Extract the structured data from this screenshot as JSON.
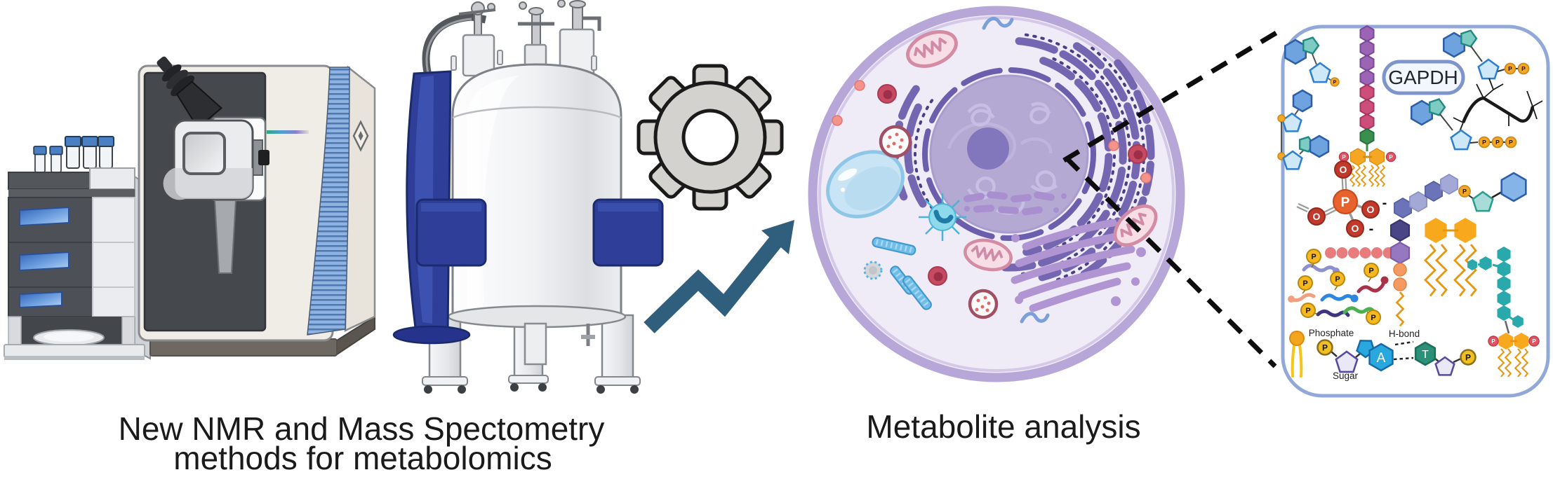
{
  "figure": {
    "caption_left_line1": "New NMR and Mass Spectometry",
    "caption_left_line2": "methods for metabolomics",
    "caption_right": "Metabolite analysis"
  },
  "panel": {
    "gapdh": "GAPDH",
    "phosphate_label": "Phosphate",
    "sugar_label": "Sugar",
    "hbond_label": "H-bond",
    "base_a": "A",
    "base_t": "T",
    "p": "P",
    "o": "O",
    "minus": "-"
  },
  "icons": {
    "hplc": "hplc-system-illustration",
    "mass_spec": "mass-spectrometer-illustration",
    "nmr": "nmr-magnet-illustration",
    "gear": "gear-icon",
    "arrow": "growth-arrow-icon",
    "cell": "eukaryotic-cell-illustration",
    "zoom_panel": "metabolite-molecules-zoom-panel"
  },
  "colors": {
    "nmr_blue": "#2f3f99",
    "gear_gray": "#d4d2cf",
    "arrow_teal": "#305e7d",
    "cell_membrane": "#b7a6d8",
    "panel_border": "#92a8d8",
    "phosphate_orange": "#f5a623",
    "phosphate_red": "#e05566",
    "teal_sugar": "#2aa9ac"
  }
}
